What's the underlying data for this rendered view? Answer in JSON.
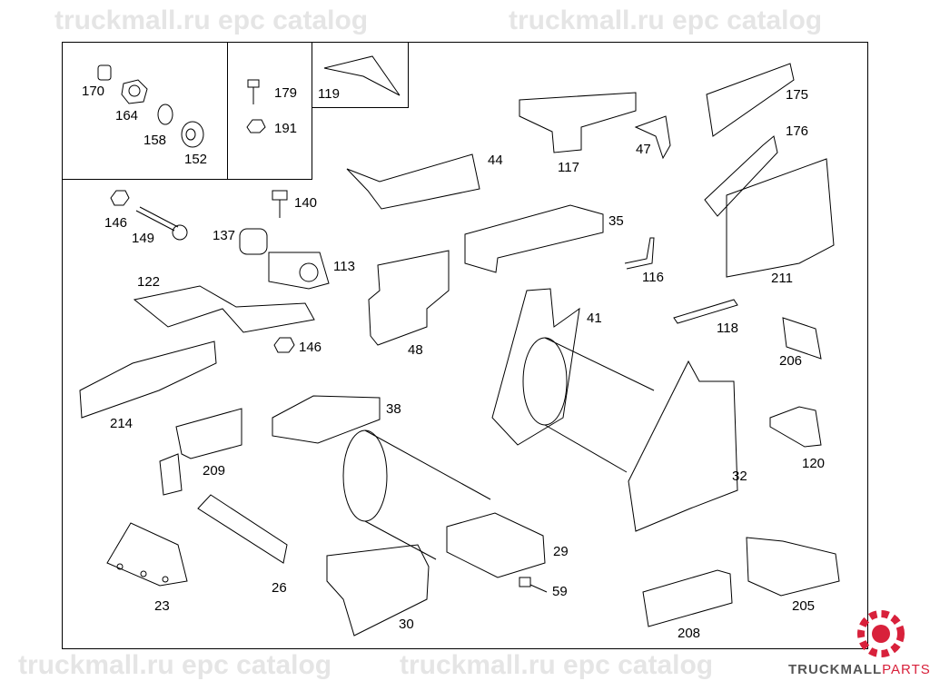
{
  "watermark": [
    "truckmall.ru epc catalog",
    "truckmall.ru epc catalog",
    "truckmall.ru epc catalog",
    "truckmall.ru epc catalog"
  ],
  "logo": {
    "text_main": "TRUCKMALL",
    "text_accent": "PARTS",
    "accent_color": "#d8213b"
  },
  "labels": [
    {
      "id": "170"
    },
    {
      "id": "164"
    },
    {
      "id": "158"
    },
    {
      "id": "152"
    },
    {
      "id": "179"
    },
    {
      "id": "191"
    },
    {
      "id": "119"
    },
    {
      "id": "117"
    },
    {
      "id": "47"
    },
    {
      "id": "175"
    },
    {
      "id": "176"
    },
    {
      "id": "44"
    },
    {
      "id": "146"
    },
    {
      "id": "149"
    },
    {
      "id": "140"
    },
    {
      "id": "137"
    },
    {
      "id": "113"
    },
    {
      "id": "35"
    },
    {
      "id": "116"
    },
    {
      "id": "211"
    },
    {
      "id": "122"
    },
    {
      "id": "48"
    },
    {
      "id": "41"
    },
    {
      "id": "118"
    },
    {
      "id": "146"
    },
    {
      "id": "206"
    },
    {
      "id": "214"
    },
    {
      "id": "38"
    },
    {
      "id": "120"
    },
    {
      "id": "209"
    },
    {
      "id": "32"
    },
    {
      "id": "29"
    },
    {
      "id": "26"
    },
    {
      "id": "59"
    },
    {
      "id": "23"
    },
    {
      "id": "30"
    },
    {
      "id": "205"
    },
    {
      "id": "208"
    }
  ]
}
